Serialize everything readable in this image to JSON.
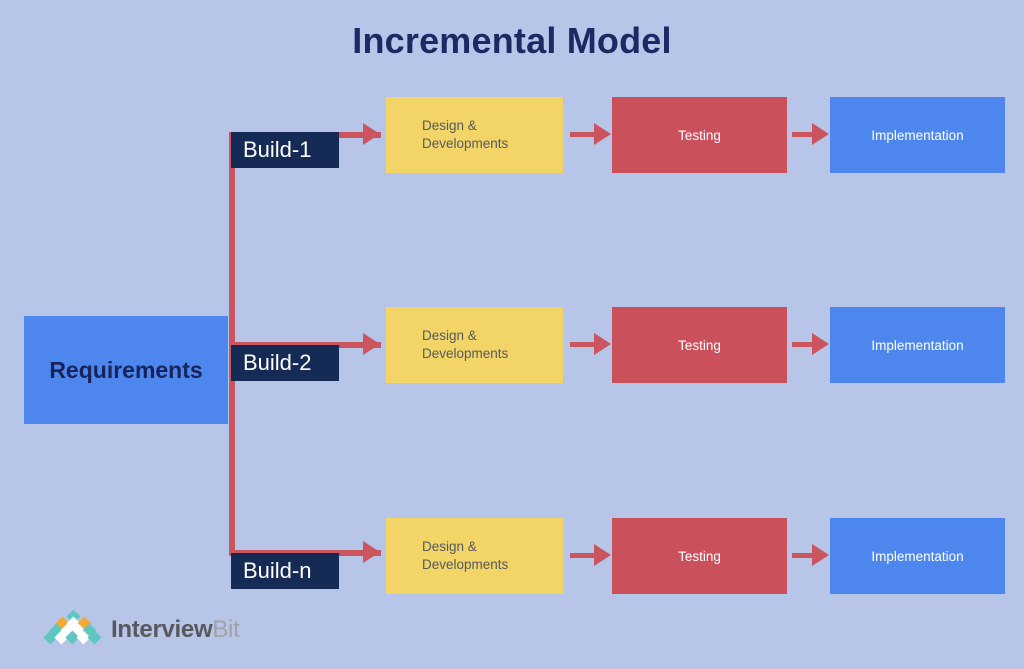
{
  "diagram": {
    "title": "Incremental Model",
    "background_color": "#b6c5e8",
    "title_color": "#1b2a63",
    "connector_color": "#ca555f",
    "start_node": {
      "label": "Requirements",
      "color": "#4d86ec",
      "text_color": "#17245c"
    },
    "branches": [
      {
        "build_label": "Build-1",
        "build_color": "#152a55",
        "stages": [
          {
            "label": "Design &\nDevelopments",
            "color": "#f2d467",
            "text_color": "#565a5e"
          },
          {
            "label": "Testing",
            "color": "#ca515c",
            "text_color": "#ffffff"
          },
          {
            "label": "Implementation",
            "color": "#4d86ec",
            "text_color": "#ffffff"
          }
        ]
      },
      {
        "build_label": "Build-2",
        "build_color": "#152a55",
        "stages": [
          {
            "label": "Design &\nDevelopments",
            "color": "#f2d467",
            "text_color": "#565a5e"
          },
          {
            "label": "Testing",
            "color": "#ca515c",
            "text_color": "#ffffff"
          },
          {
            "label": "Implementation",
            "color": "#4d86ec",
            "text_color": "#ffffff"
          }
        ]
      },
      {
        "build_label": "Build-n",
        "build_color": "#152a55",
        "stages": [
          {
            "label": "Design &\nDevelopments",
            "color": "#f2d467",
            "text_color": "#565a5e"
          },
          {
            "label": "Testing",
            "color": "#ca515c",
            "text_color": "#ffffff"
          },
          {
            "label": "Implementation",
            "color": "#4d86ec",
            "text_color": "#ffffff"
          }
        ]
      }
    ]
  },
  "branding": {
    "name_primary": "Interview",
    "name_secondary": "Bit",
    "logo_colors": {
      "teal": "#5fc6c0",
      "orange": "#f5a933",
      "white": "#ffffff"
    }
  }
}
